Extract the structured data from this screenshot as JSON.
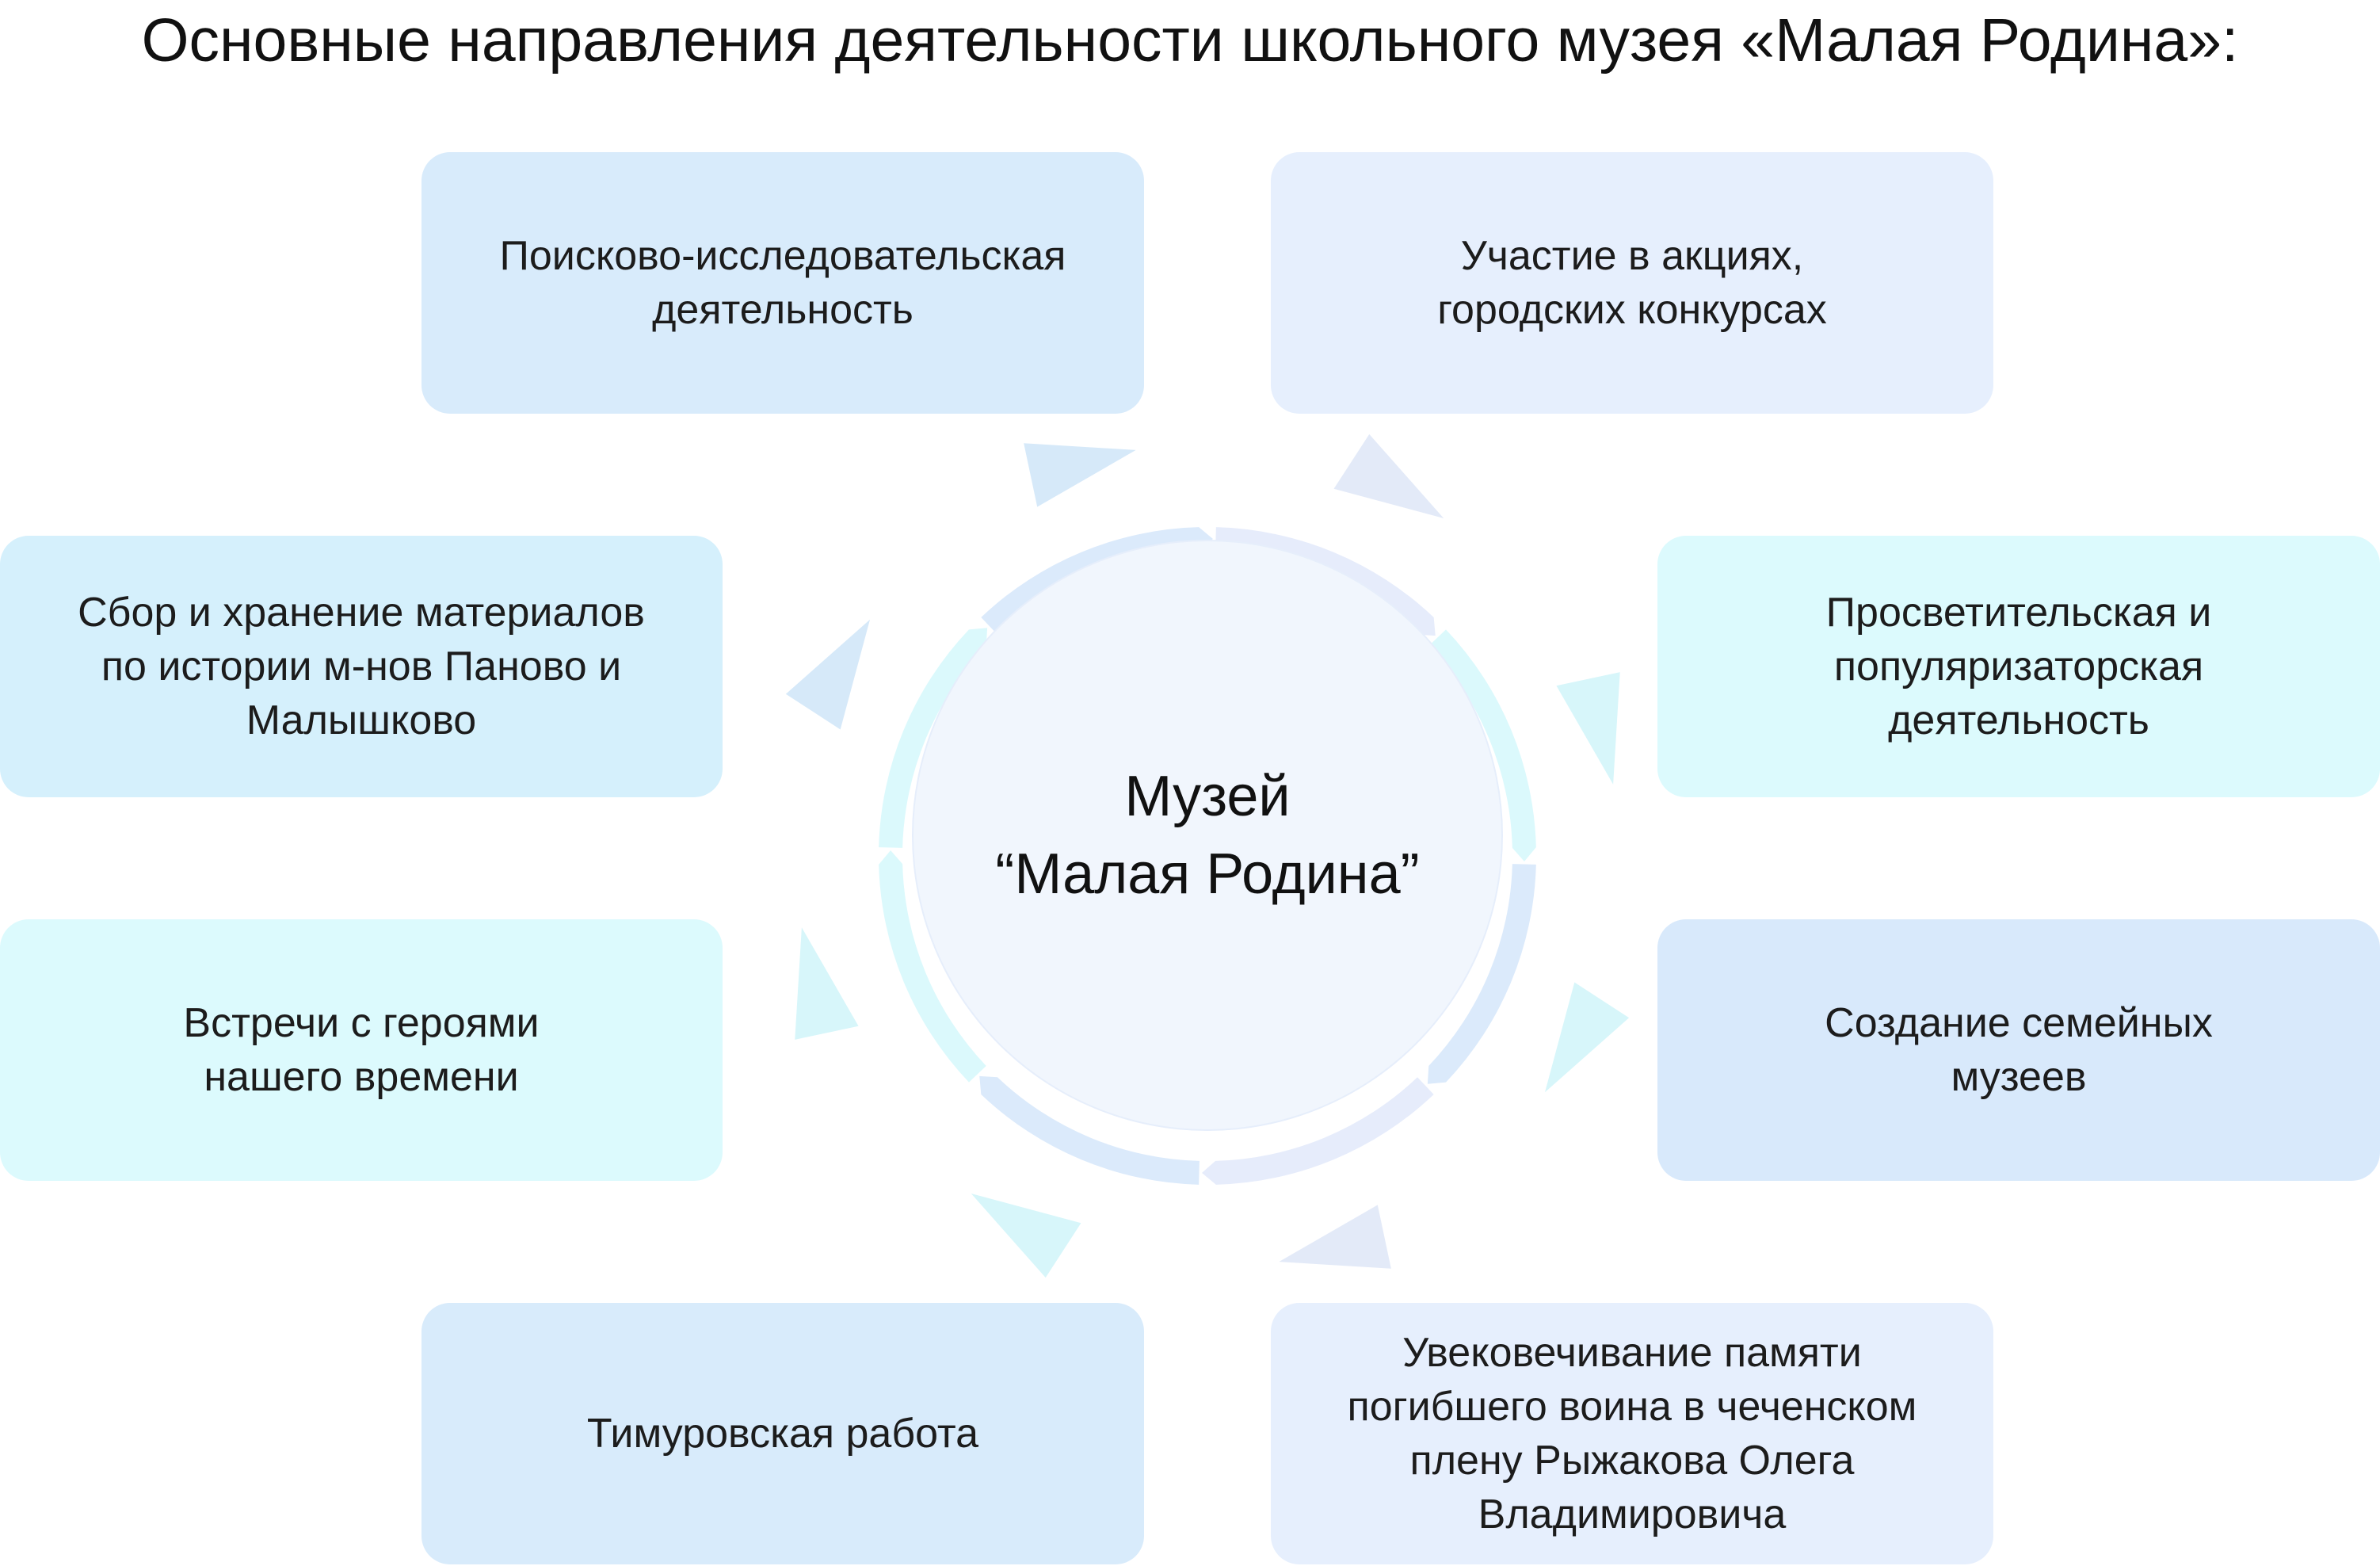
{
  "title": "Основные направления деятельности школьного музея «Малая Родина»:",
  "center": {
    "label": "Музей\n“Малая Родина”"
  },
  "boxes": [
    {
      "label": "Поисково-исследовательская\nдеятельность",
      "color": "#d8ebfb"
    },
    {
      "label": "Участие в акциях,\nгородских конкурсах",
      "color": "#e6effd"
    },
    {
      "label": "Просветительская и\nпопуляризаторская\nдеятельность",
      "color": "#dcfafd"
    },
    {
      "label": "Создание семейных\nмузеев",
      "color": "#d8e9fb"
    },
    {
      "label": "Увековечивание памяти\nпогибшего воина в чеченском\nплену Рыжакова Олега\nВладимировича",
      "color": "#e6effd"
    },
    {
      "label": "Тимуровская работа",
      "color": "#d8ebfb"
    },
    {
      "label": "Встречи с героями\nнашего времени",
      "color": "#dcfafd"
    },
    {
      "label": "Сбор и хранение материалов\nпо истории м-нов Паново и\nМалышково",
      "color": "#d5f0fc"
    }
  ],
  "colors": {
    "ring_blue": "#dbeafb",
    "ring_lavender": "#e6ecfb",
    "ring_cyan": "#dbf9fc",
    "arrow_blue": "#d6e9f9",
    "arrow_cyan": "#d7f6fa",
    "arrow_lavender": "#e3eaf8"
  }
}
